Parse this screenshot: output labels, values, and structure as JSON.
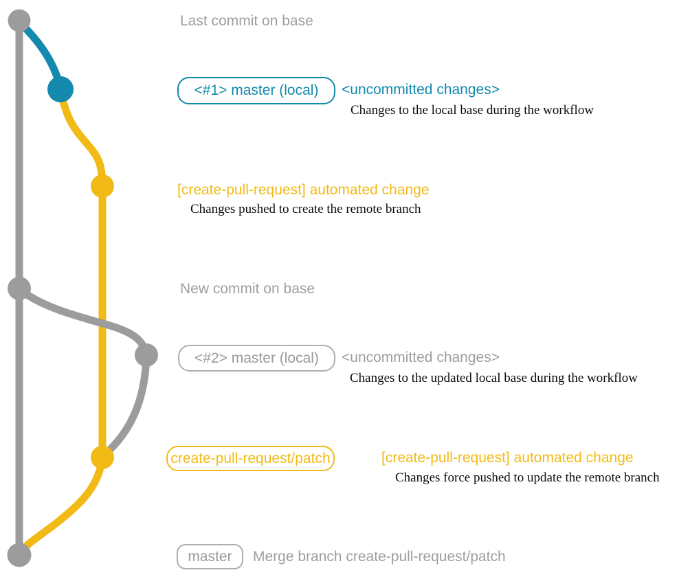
{
  "palette": {
    "teal": "#1289ad",
    "yellow": "#f2ba16",
    "branch_gray": "#9c9c9c",
    "label_gray": "#9e9e9e",
    "desc_black": "#0b0b0b"
  },
  "graph": {
    "commits": [
      {
        "id": "base-tip",
        "color": "gray"
      },
      {
        "id": "local-commit-1",
        "color": "teal"
      },
      {
        "id": "remote-commit-1",
        "color": "yellow"
      },
      {
        "id": "base-new-commit",
        "color": "gray"
      },
      {
        "id": "local-commit-2",
        "color": "gray"
      },
      {
        "id": "remote-commit-2",
        "color": "yellow"
      },
      {
        "id": "merge-commit",
        "color": "gray"
      }
    ]
  },
  "annotations": {
    "row1": {
      "label": "Last commit on base"
    },
    "row2": {
      "badge": "<#1> master (local)",
      "heading": "<uncommitted changes>",
      "desc": "Changes to the local base during the workflow"
    },
    "row3": {
      "heading": "[create-pull-request] automated change",
      "desc": "Changes pushed to create the remote branch"
    },
    "row4": {
      "label": "New commit on base"
    },
    "row5": {
      "badge": "<#2> master (local)",
      "heading": "<uncommitted changes>",
      "desc": "Changes to the updated local base during the workflow"
    },
    "row6": {
      "badge": "create-pull-request/patch",
      "heading": "[create-pull-request] automated change",
      "desc": "Changes force pushed to update the remote branch"
    },
    "row7": {
      "badge": "master",
      "label": "Merge branch create-pull-request/patch"
    }
  }
}
